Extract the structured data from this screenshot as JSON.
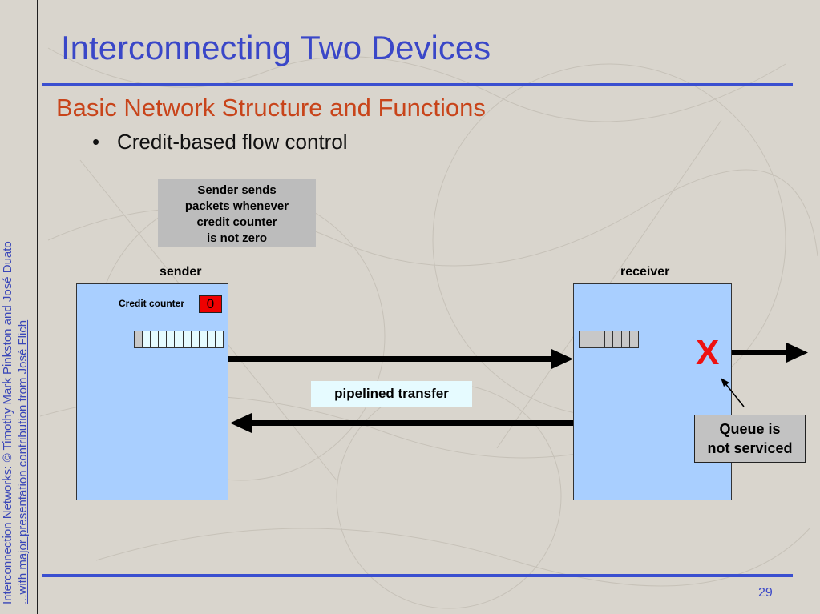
{
  "slide": {
    "title": "Interconnecting Two Devices",
    "subtitle": "Basic Network Structure and Functions",
    "bullet_marker": "•",
    "bullet": "Credit-based flow control",
    "page_number": "29"
  },
  "side_credit": {
    "line1": "Interconnection Networks: © Timothy Mark Pinkston and José Duato",
    "line2": "...with major presentation contribution from José Flich"
  },
  "diagram": {
    "note_lines": [
      "Sender sends",
      "packets whenever",
      "credit counter",
      "is not zero"
    ],
    "sender_label": "sender",
    "receiver_label": "receiver",
    "credit_counter_label": "Credit counter",
    "credit_counter_value": "0",
    "sender_queue": {
      "slots": [
        "filled",
        "empty",
        "empty",
        "empty",
        "empty",
        "empty",
        "empty",
        "empty",
        "empty",
        "empty",
        "empty"
      ]
    },
    "receiver_queue": {
      "slots": [
        "filled",
        "filled",
        "filled",
        "filled",
        "filled",
        "filled",
        "filled"
      ]
    },
    "blocked_mark": "X",
    "pipeline_label": "pipelined transfer",
    "queue_note_lines": [
      "Queue is",
      "not serviced"
    ]
  },
  "colors": {
    "title": "#3a47c8",
    "subtitle": "#c8441a",
    "rule": "#3a4fd0",
    "device_box": "#a9cfff",
    "credit_counter": "#ee0000",
    "blocked_mark": "#ee1111",
    "slot_empty": "#e6fbff",
    "slot_filled": "#c8c8c8"
  }
}
